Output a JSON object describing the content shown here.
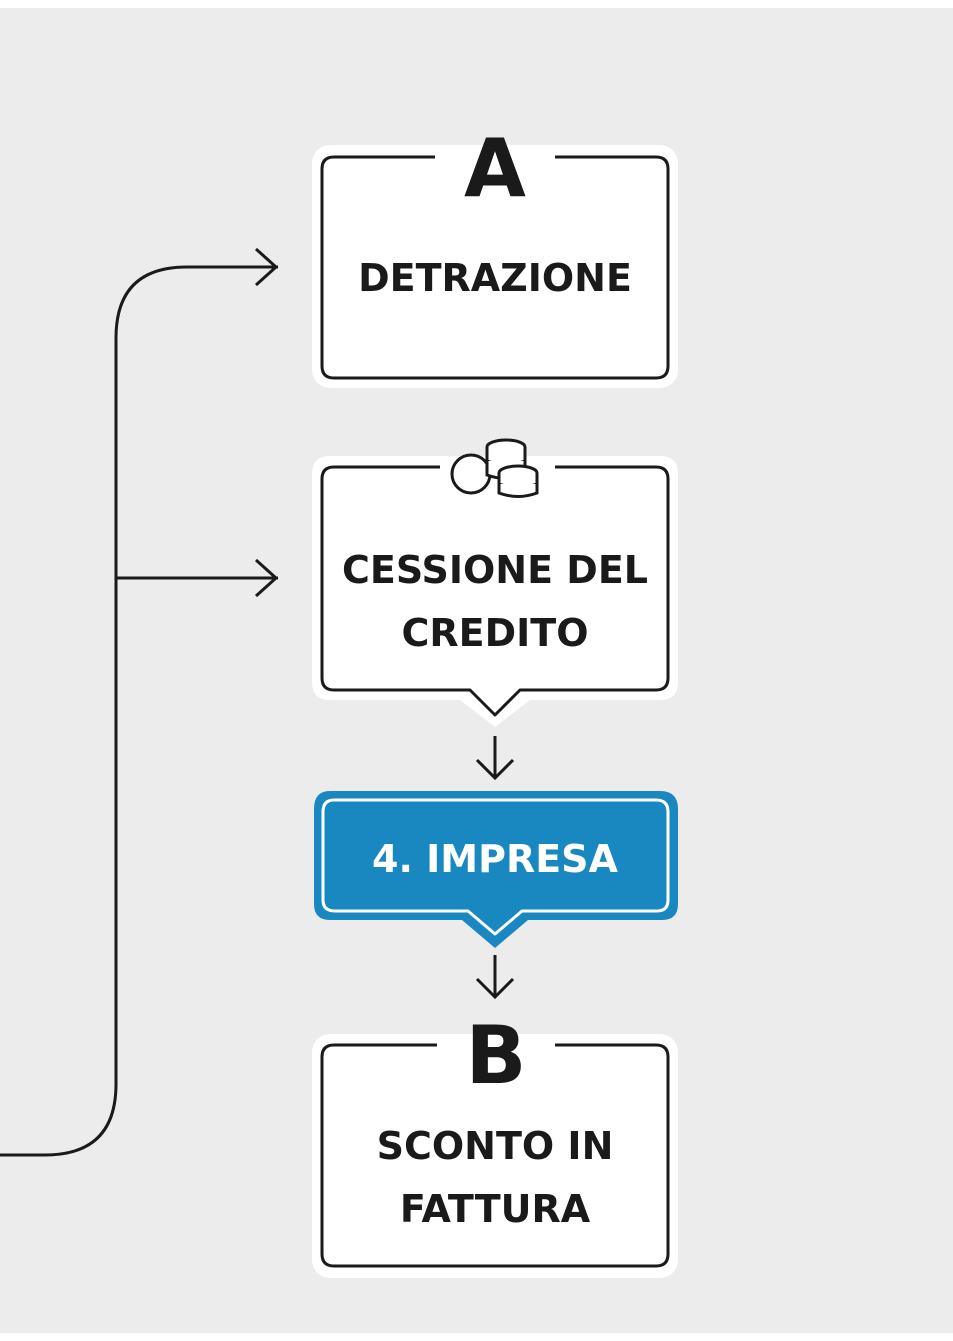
{
  "nodes": {
    "detrazione": {
      "badge": "A",
      "label": "DETRAZIONE"
    },
    "cessione": {
      "badge_icon": "coins-icon",
      "line1": "CESSIONE DEL",
      "line2": "CREDITO"
    },
    "impresa": {
      "label": "4. IMPRESA"
    },
    "sconto": {
      "badge": "B",
      "line1": "SCONTO IN",
      "line2": "FATTURA"
    }
  },
  "colors": {
    "background": "#ececec",
    "box_fill": "#ffffff",
    "stroke": "#1a1a1a",
    "highlight_fill": "#1a88c0",
    "highlight_text": "#ffffff"
  }
}
